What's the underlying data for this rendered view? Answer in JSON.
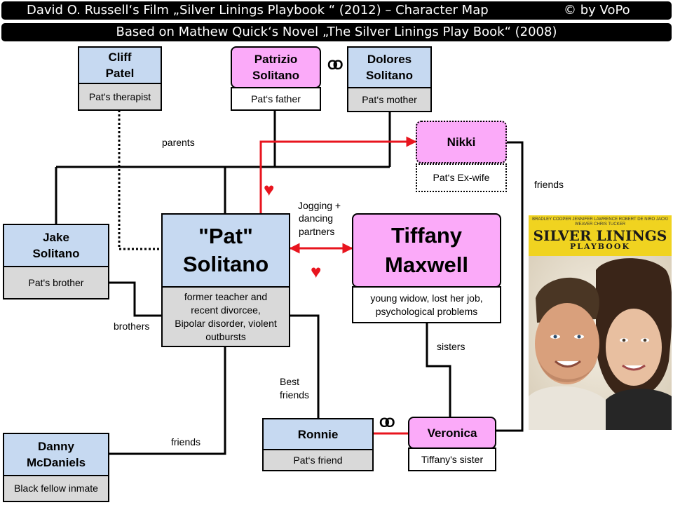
{
  "title": {
    "main": "David O. Russell‘s Film „Silver Linings Playbook “  (2012) – Character Map",
    "credit": "©    by VoPo",
    "subtitle": "Based on Mathew Quick‘s Novel „The Silver Linings Play Book“ (2008)"
  },
  "characters": {
    "cliff": {
      "name1": "Cliff",
      "name2": "Patel",
      "desc": "Pat's therapist"
    },
    "patrizio": {
      "name1": "Patrizio",
      "name2": "Solitano",
      "desc": "Pat‘s father"
    },
    "dolores": {
      "name1": "Dolores",
      "name2": "Solitano",
      "desc": "Pat‘s mother"
    },
    "nikki": {
      "name": "Nikki",
      "desc": "Pat‘s Ex-wife"
    },
    "jake": {
      "name1": "Jake",
      "name2": "Solitano",
      "desc": "Pat's brother"
    },
    "pat": {
      "name1": "\"Pat\"",
      "name2": "Solitano",
      "desc1": "former teacher and",
      "desc2": "recent divorcee,",
      "desc3": "Bipolar disorder, violent",
      "desc4": "outbursts"
    },
    "tiffany": {
      "name1": "Tiffany",
      "name2": "Maxwell",
      "desc1": "young widow,  lost her job,",
      "desc2": "psychological problems"
    },
    "danny": {
      "name1": "Danny",
      "name2": "McDaniels",
      "desc": "Black fellow inmate"
    },
    "ronnie": {
      "name": "Ronnie",
      "desc": "Pat‘s friend"
    },
    "veronica": {
      "name": "Veronica",
      "desc": "Tiffany's sister"
    }
  },
  "labels": {
    "parents": "parents",
    "friends_nikki": "friends",
    "jogging1": "Jogging +",
    "jogging2": "dancing",
    "jogging3": "partners",
    "brothers": "brothers",
    "sisters": "sisters",
    "best1": "Best",
    "best2": "friends",
    "friends_danny": "friends"
  },
  "symbols": {
    "marriage_rings": "OO",
    "heart": "♥"
  },
  "poster": {
    "actors": "BRADLEY COOPER  JENNIFER LAWRENCE  ROBERT DE NIRO  JACKI WEAVER  CHRIS TUCKER",
    "title1": "SILVER LININGS",
    "title2": "PLAYBOOK"
  },
  "colors": {
    "blue_box": "#c6d9f1",
    "pink_box": "#fbaaf9",
    "gray_box": "#d9d9d9",
    "red_link": "#e8141e",
    "poster_band": "#f0d320"
  }
}
